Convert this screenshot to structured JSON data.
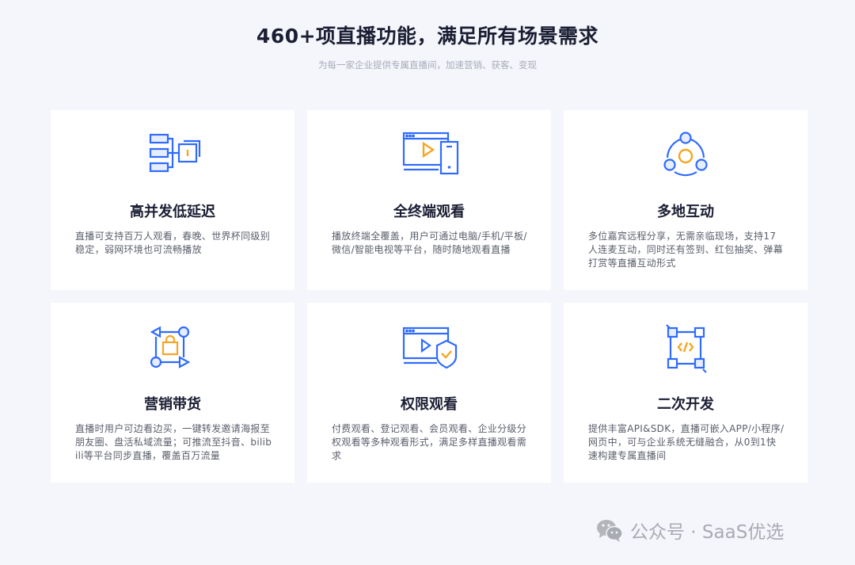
{
  "header": {
    "title": "460+项直播功能，满足所有场景需求",
    "subtitle": "为每一家企业提供专属直播间，加速营销、获客、变现"
  },
  "colors": {
    "primary_blue": "#2f6bff",
    "light_blue_fill": "#e6edff",
    "accent_orange": "#f5a623",
    "background": "#f5f6fb",
    "card_bg": "#ffffff",
    "title_text": "#1b1e33",
    "body_text": "#5a5e6b"
  },
  "features": [
    {
      "icon": "network-tree-icon",
      "title": "高并发低延迟",
      "description": "直播可支持百万人观看，春晚、世界杯同级别稳定，弱网环境也可流畅播放"
    },
    {
      "icon": "multi-device-icon",
      "title": "全终端观看",
      "description": "播放终端全覆盖，用户可通过电脑/手机/平板/微信/智能电视等平台，随时随地观看直播"
    },
    {
      "icon": "interaction-circles-icon",
      "title": "多地互动",
      "description": "多位嘉宾远程分享，无需亲临现场，支持17人连麦互动，同时还有签到、红包抽奖、弹幕打赏等直播互动形式"
    },
    {
      "icon": "shopping-bag-icon",
      "title": "营销带货",
      "description": "直播时用户可边看边买，一键转发邀请海报至朋友圈、盘活私域流量；可推流至抖音、bilibili等平台同步直播，覆盖百万流量"
    },
    {
      "icon": "shield-check-video-icon",
      "title": "权限观看",
      "description": "付费观看、登记观看、会员观看、企业分级分权观看等多种观看形式，满足多样直播观看需求"
    },
    {
      "icon": "code-frame-icon",
      "title": "二次开发",
      "description": "提供丰富API&SDK，直播可嵌入APP/小程序/网页中，可与企业系统无缝融合，从0到1快速构建专属直播间"
    }
  ],
  "watermark": {
    "icon": "wechat-icon",
    "text": "公众号 · SaaS优选"
  }
}
